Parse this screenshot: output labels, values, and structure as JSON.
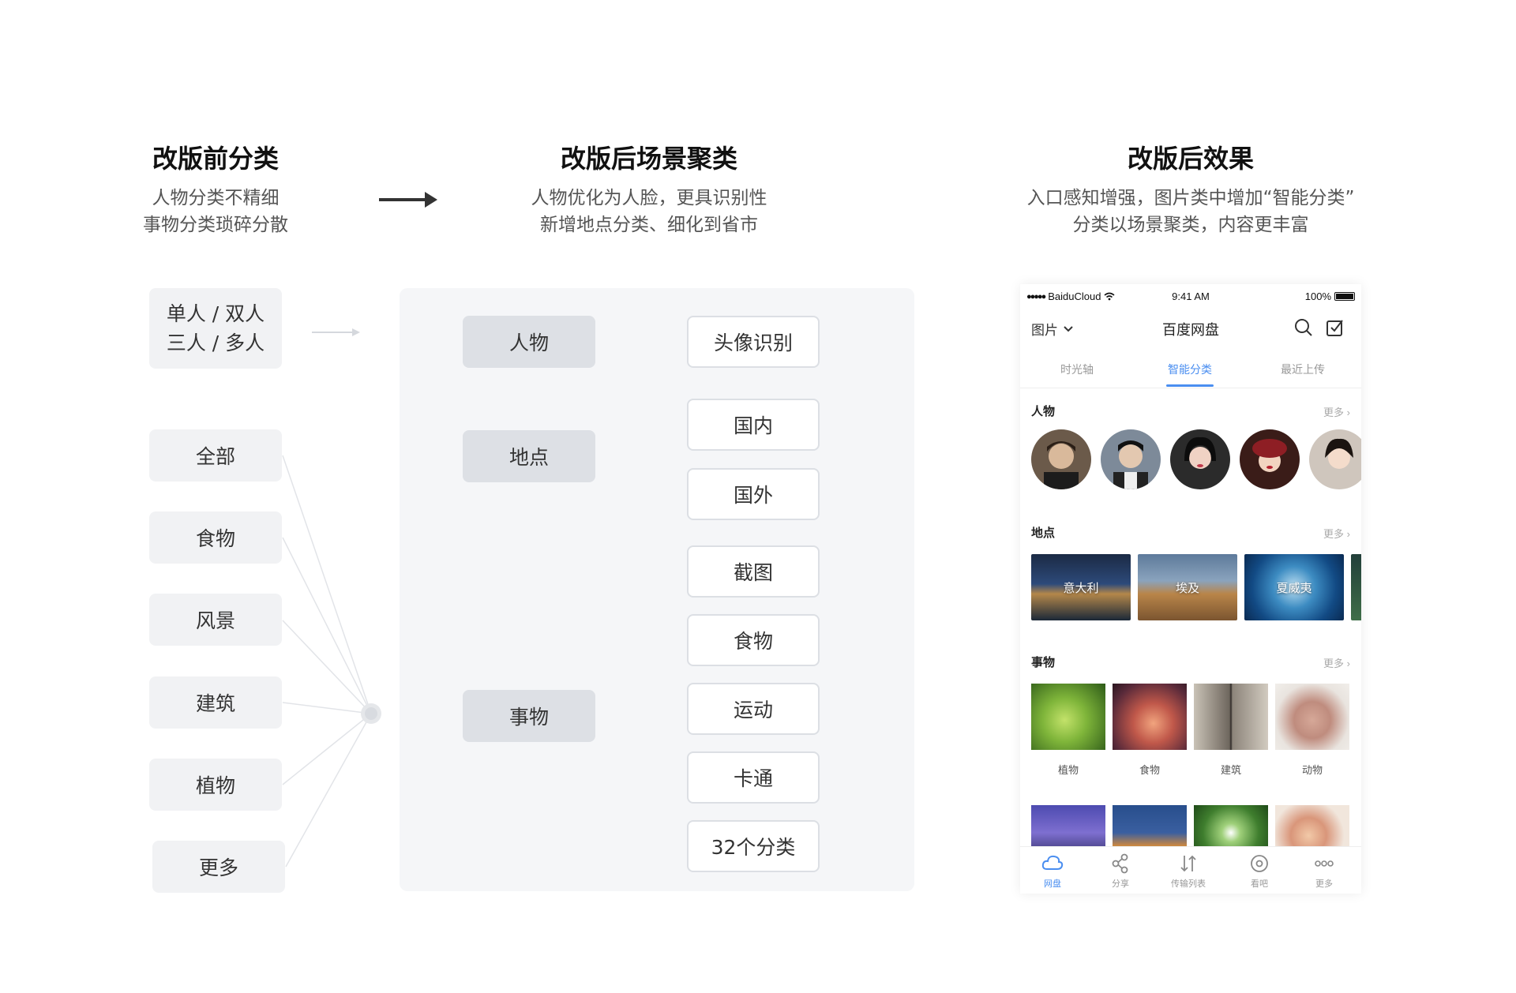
{
  "columns": {
    "before": {
      "title": "改版前分类",
      "subtitle_lines": [
        "人物分类不精细",
        "事物分类琐碎分散"
      ]
    },
    "after_cluster": {
      "title": "改版后场景聚类",
      "subtitle_lines": [
        "人物优化为人脸，更具识别性",
        "新增地点分类、细化到省市"
      ]
    },
    "after_effect": {
      "title": "改版后效果",
      "subtitle_lines": [
        "入口感知增强，图片类中增加“智能分类”",
        "分类以场景聚类，内容更丰富"
      ]
    }
  },
  "before_boxes": {
    "people_lines": [
      "单人 / 双人",
      "三人 / 多人"
    ],
    "items": [
      "全部",
      "食物",
      "风景",
      "建筑",
      "植物",
      "更多"
    ]
  },
  "cluster": {
    "categories": [
      "人物",
      "地点",
      "事物"
    ],
    "people_subs": [
      "头像识别"
    ],
    "place_subs": [
      "国内",
      "国外"
    ],
    "thing_subs": [
      "截图",
      "食物",
      "运动",
      "卡通",
      "32个分类"
    ]
  },
  "phone": {
    "status": {
      "carrier": "BaiduCloud",
      "time": "9:41 AM",
      "battery": "100%"
    },
    "navbar": {
      "left": "图片",
      "title": "百度网盘"
    },
    "tabs": [
      "时光轴",
      "智能分类",
      "最近上传"
    ],
    "active_tab": "智能分类",
    "sections": {
      "people": {
        "title": "人物",
        "more": "更多"
      },
      "places": {
        "title": "地点",
        "more": "更多",
        "items": [
          "意大利",
          "埃及",
          "夏威夷"
        ]
      },
      "things": {
        "title": "事物",
        "more": "更多",
        "items": [
          "植物",
          "食物",
          "建筑",
          "动物"
        ]
      }
    },
    "tabbar": [
      "网盘",
      "分享",
      "传输列表",
      "看吧",
      "更多"
    ],
    "accent": "#4a8ef0"
  }
}
